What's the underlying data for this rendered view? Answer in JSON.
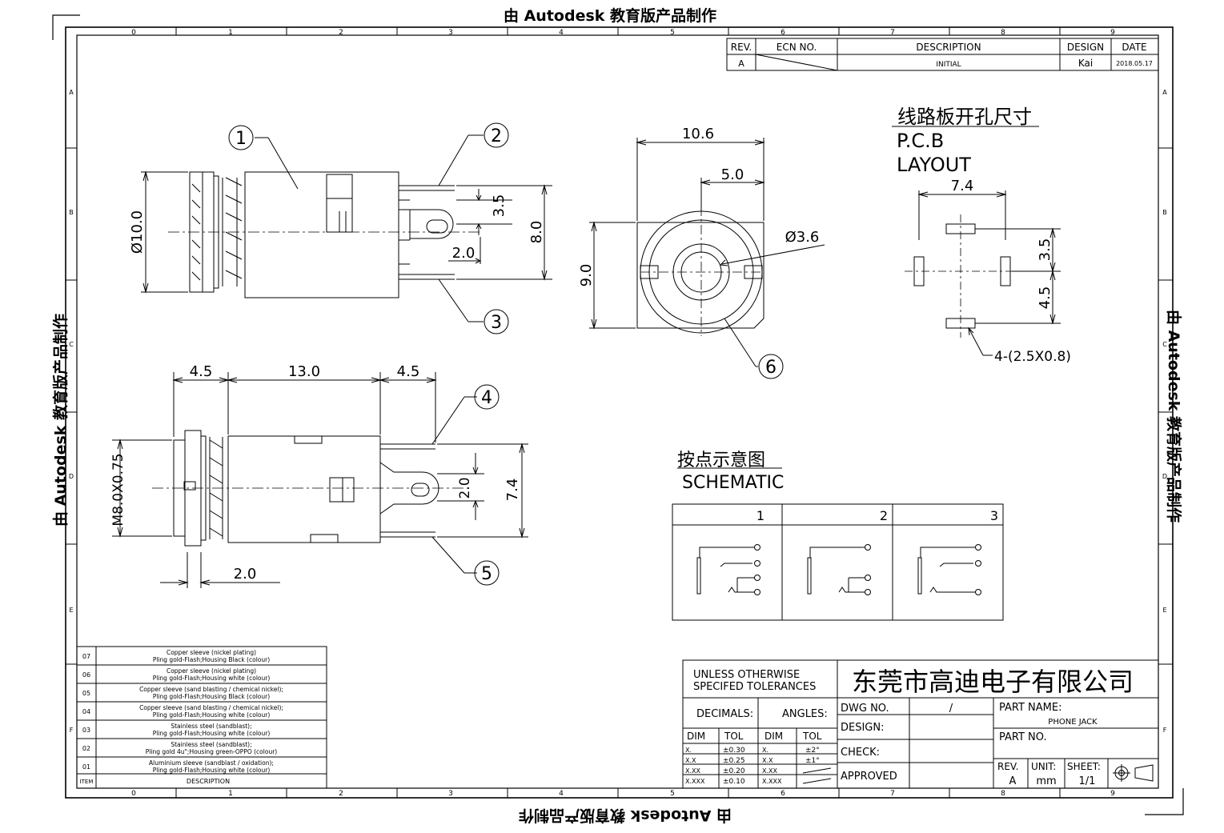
{
  "watermark": "由 Autodesk 教育版产品制作",
  "grid": {
    "cols": [
      "0",
      "1",
      "2",
      "3",
      "4",
      "5",
      "6",
      "7",
      "8",
      "9"
    ],
    "rows": [
      "A",
      "B",
      "C",
      "D",
      "E",
      "F"
    ]
  },
  "revision": {
    "headers": [
      "REV.",
      "ECN NO.",
      "DESCRIPTION",
      "DESIGN",
      "DATE"
    ],
    "row": [
      "A",
      "",
      "INITIAL",
      "Kai",
      "2018.05.17"
    ]
  },
  "side_view": {
    "balloons": [
      "1",
      "2",
      "3"
    ],
    "dims": [
      "Ø10.0",
      "3.5",
      "8.0",
      "2.0"
    ]
  },
  "front_view": {
    "balloon": "6",
    "dims": [
      "10.6",
      "5.0",
      "Ø3.6",
      "9.0"
    ]
  },
  "pcb": {
    "title_cn": "线路板开孔尺寸",
    "title_en_1": "P.C.B",
    "title_en_2": "LAYOUT",
    "dims": [
      "7.4",
      "3.5",
      "4.5"
    ],
    "slot_note": "4-(2.5X0.8)"
  },
  "bottom_view": {
    "balloons": [
      "4",
      "5"
    ],
    "dims": [
      "4.5",
      "13.0",
      "4.5",
      "M8.0X0.75",
      "2.0",
      "7.4",
      "2.0"
    ]
  },
  "schematic": {
    "title_cn": "按点示意图",
    "title_en": "SCHEMATIC",
    "headers": [
      "1",
      "2",
      "3"
    ]
  },
  "items": {
    "rows": [
      {
        "item": "07",
        "line1": "Copper sleeve (nickel plating)",
        "line2": "Pling gold-Flash;Housing Black (colour)"
      },
      {
        "item": "06",
        "line1": "Copper sleeve (nickel plating)",
        "line2": "Pling gold-Flash;Housing white (colour)"
      },
      {
        "item": "05",
        "line1": "Copper sleeve (sand blasting / chemical nickel);",
        "line2": "Pling gold-Flash;Housing Black (colour)"
      },
      {
        "item": "04",
        "line1": "Copper sleeve (sand blasting / chemical nickel);",
        "line2": "Pling gold-Flash;Housing white (colour)"
      },
      {
        "item": "03",
        "line1": "Stainless steel (sandblast);",
        "line2": "Pling gold-Flash;Housing white (colour)"
      },
      {
        "item": "02",
        "line1": "Stainless steel (sandblast);",
        "line2": "Pling gold 4u\";Housing green-OPPO (colour)"
      },
      {
        "item": "01",
        "line1": "Aluminium sleeve (sandblast / oxidation);",
        "line2": "Pling gold-Flash;Housing white (colour)"
      }
    ],
    "header_item": "ITEM",
    "header_desc": "DESCRIPTION"
  },
  "title_block": {
    "tol_title_1": "UNLESS OTHERWISE",
    "tol_title_2": "SPECIFED TOLERANCES",
    "decimals": "DECIMALS:",
    "angles": "ANGLES:",
    "dim": "DIM",
    "tol": "TOL",
    "decimal_rows": [
      [
        "X.",
        "±0.30"
      ],
      [
        "X.X",
        "±0.25"
      ],
      [
        "X.XX",
        "±0.20"
      ],
      [
        "X.XXX",
        "±0.10"
      ]
    ],
    "angle_rows": [
      [
        "X.",
        "±2°"
      ],
      [
        "X.X",
        "±1°"
      ],
      [
        "X.XX",
        ""
      ],
      [
        "X.XXX",
        ""
      ]
    ],
    "company": "东莞市高迪电子有限公司",
    "dwg_no_label": "DWG NO.",
    "dwg_no_value": "/",
    "design_label": "DESIGN:",
    "check_label": "CHECK:",
    "approved_label": "APPROVED",
    "part_name_label": "PART NAME:",
    "part_name_value": "PHONE JACK",
    "part_no_label": "PART NO.",
    "rev_label": "REV.",
    "rev_value": "A",
    "unit_label": "UNIT:",
    "unit_value": "mm",
    "sheet_label": "SHEET:",
    "sheet_value": "1/1"
  },
  "colors": {
    "line": "#000000",
    "background": "#ffffff"
  }
}
